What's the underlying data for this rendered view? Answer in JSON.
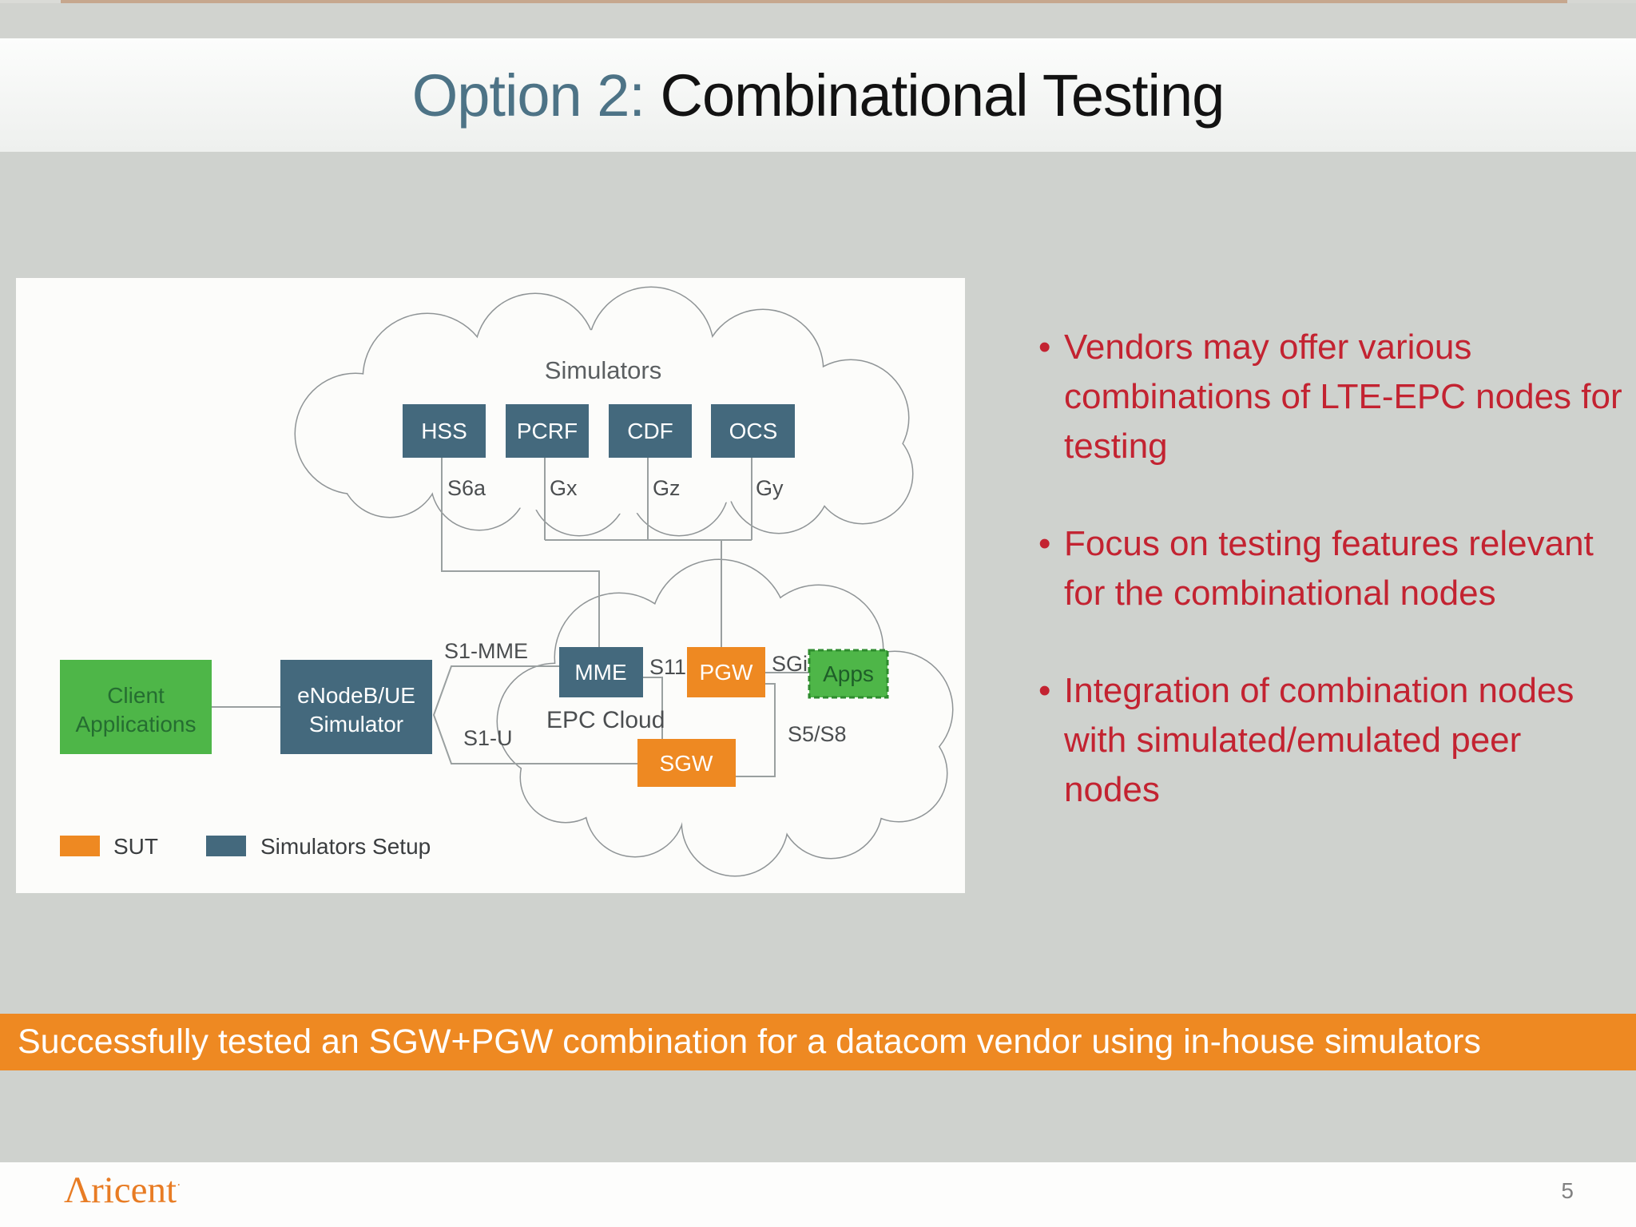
{
  "title": {
    "prefix": "Option 2: ",
    "main": "Combinational Testing"
  },
  "diagram": {
    "top_cloud_label": "Simulators",
    "epc_cloud_label": "EPC Cloud",
    "sim_nodes": [
      {
        "label": "HSS",
        "iface": "S6a"
      },
      {
        "label": "PCRF",
        "iface": "Gx"
      },
      {
        "label": "CDF",
        "iface": "Gz"
      },
      {
        "label": "OCS",
        "iface": "Gy"
      }
    ],
    "epc_nodes": {
      "mme": "MME",
      "pgw": "PGW",
      "sgw": "SGW",
      "apps": "Apps"
    },
    "interfaces": {
      "s1mme": "S1-MME",
      "s1u": "S1-U",
      "s11": "S11",
      "sgi": "SGi",
      "s5s8": "S5/S8"
    },
    "client": {
      "line1": "Client",
      "line2": "Applications"
    },
    "enodeb": {
      "line1": "eNodeB/UE",
      "line2": "Simulator"
    },
    "legend": [
      {
        "label": "SUT"
      },
      {
        "label": "Simulators Setup"
      }
    ]
  },
  "bullets": [
    {
      "text": "Vendors may offer various combinations of LTE-EPC nodes for testing"
    },
    {
      "text": "Focus on testing features relevant for the combinational nodes"
    },
    {
      "text": "Integration of combination nodes with simulated/emulated peer nodes"
    }
  ],
  "banner": {
    "text": "Successfully tested an SGW+PGW combination for a datacom vendor using in-house simulators"
  },
  "footer": {
    "logo": {
      "lambda": "Λ",
      "rest": "ricent",
      "mark": "·"
    },
    "page_number": "5"
  },
  "colors": {
    "accent_orange": "#ee8922",
    "slate_blue": "#44697d",
    "green": "#4eb648",
    "bullet_red": "#c32331",
    "background_gray": "#cfd2ce",
    "top_line_tan": "#c6a78e",
    "title_prefix_blue": "#4d7386"
  }
}
